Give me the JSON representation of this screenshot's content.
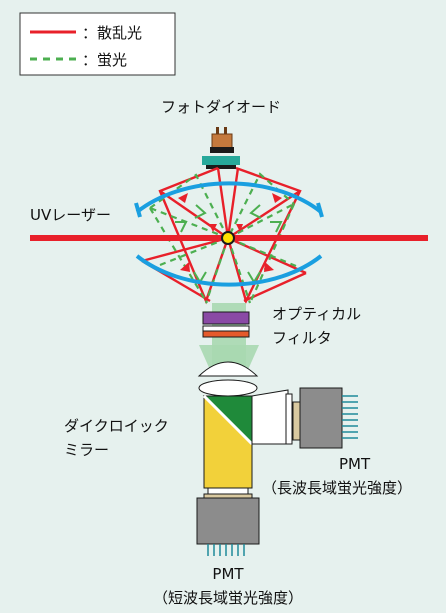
{
  "legend": {
    "scattered_label": "：散乱光",
    "fluorescence_label": "：蛍光"
  },
  "labels": {
    "photodiode": "フォトダイオード",
    "uv_laser": "UVレーザー",
    "optical_filter_line1": "オプティカル",
    "optical_filter_line2": "フィルタ",
    "dichroic_line1": "ダイクロイック",
    "dichroic_line2": "ミラー",
    "pmt_long": "PMT",
    "pmt_long_sub": "（長波長域蛍光強度）",
    "pmt_short": "PMT",
    "pmt_short_sub": "（短波長域蛍光強度）"
  },
  "colors": {
    "background": "#e6f1ee",
    "scattered": "#e8202a",
    "fluorescence": "#4caf50",
    "mirror": "#1a9fe0",
    "particle": "#ffe100",
    "filter_top": "#8a4aa5",
    "filter_bottom": "#e55a2b",
    "dichroic_green": "#1f8a3a",
    "dichroic_yellow": "#f2d13a",
    "pmt_body": "#8c8c8c",
    "photodiode": "#c4793d",
    "photodiode_mount": "#27a89a"
  }
}
